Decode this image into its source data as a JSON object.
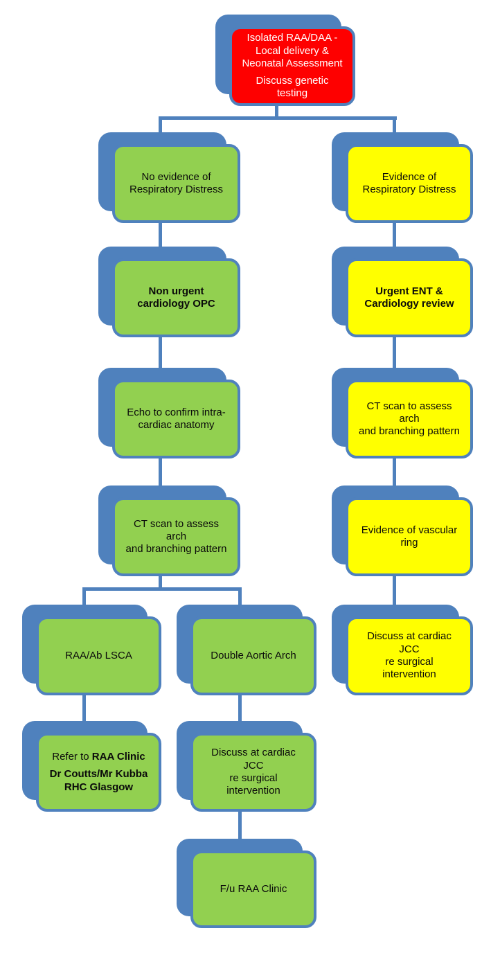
{
  "diagram": {
    "title": "Isolated RAA/DAA neonatal pathway flowchart",
    "colors": {
      "connector_blue": "#4f81bd",
      "shadow_blue": "#4f81bd",
      "root_red": "#fe0000",
      "left_branch_green": "#92d050",
      "right_branch_yellow": "#ffff00",
      "text_dark": "#0a0a0a",
      "text_on_red": "#ffffff"
    },
    "nodes": {
      "root": {
        "text": "Isolated RAA/DAA -\nLocal delivery &\nNeonatal Assessment",
        "subtext": "Discuss genetic testing"
      },
      "no_evidence": {
        "text": "No evidence of\nRespiratory Distress"
      },
      "evidence": {
        "text": "Evidence of\nRespiratory Distress"
      },
      "non_urgent_opc": {
        "text": "Non urgent\ncardiology OPC"
      },
      "urgent_review": {
        "text": "Urgent ENT &\nCardiology review"
      },
      "echo": {
        "text": "Echo to confirm intra-\ncardiac anatomy"
      },
      "ct_right": {
        "text": "CT scan to assess arch\nand branching pattern"
      },
      "ct_left": {
        "text": "CT scan to assess arch\nand branching pattern"
      },
      "vascular_ring": {
        "text": "Evidence of vascular\nring"
      },
      "raa_ab_lsca": {
        "text": "RAA/Ab LSCA"
      },
      "double_aortic_arch": {
        "text": "Double Aortic Arch"
      },
      "jcc_right": {
        "text": "Discuss at cardiac JCC\nre surgical\nintervention"
      },
      "refer_raa_clinic": {
        "text_prefix": "Refer to",
        "text_bold": "RAA Clinic",
        "text_line2": "Dr Coutts/Mr Kubba\nRHC Glasgow"
      },
      "jcc_middle": {
        "text": "Discuss at cardiac JCC\nre surgical\nintervention"
      },
      "fu_raa_clinic": {
        "text": "F/u RAA Clinic"
      }
    }
  }
}
